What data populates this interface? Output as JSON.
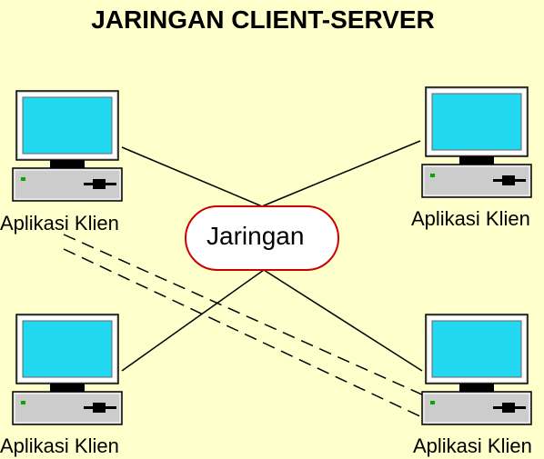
{
  "title": "JARINGAN CLIENT-SERVER",
  "network_label": "Jaringan",
  "clients": [
    {
      "label": "Aplikasi Klien"
    },
    {
      "label": "Aplikasi Klien"
    },
    {
      "label": "Aplikasi Klien"
    },
    {
      "label": "Aplikasi Klien"
    }
  ],
  "colors": {
    "background": "#ffffcc",
    "screen": "#22d8f0",
    "monitor_body": "#cccccc",
    "network_border": "#cc0000",
    "power_led": "#00aa00"
  }
}
